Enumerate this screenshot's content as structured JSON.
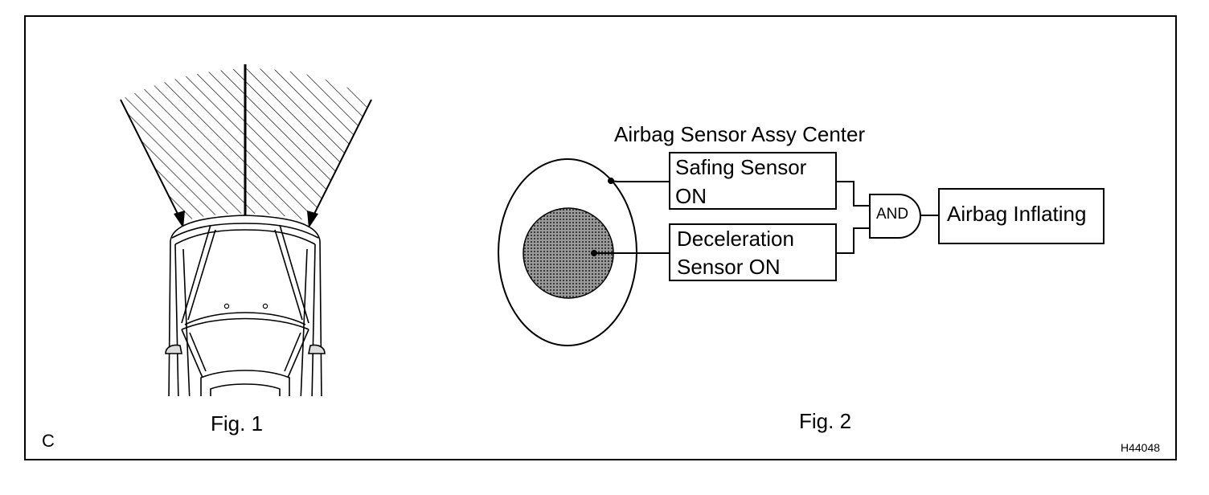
{
  "figure_1": {
    "caption": "Fig. 1"
  },
  "figure_2": {
    "caption": "Fig. 2",
    "title": "Airbag Sensor Assy Center",
    "safing_sensor_line1": "Safing Sensor",
    "safing_sensor_line2": "ON",
    "deceleration_sensor_line1": "Deceleration",
    "deceleration_sensor_line2": "Sensor ON",
    "gate": "AND",
    "output": "Airbag Inflating"
  },
  "corner_letter": "C",
  "reference_code": "H44048"
}
